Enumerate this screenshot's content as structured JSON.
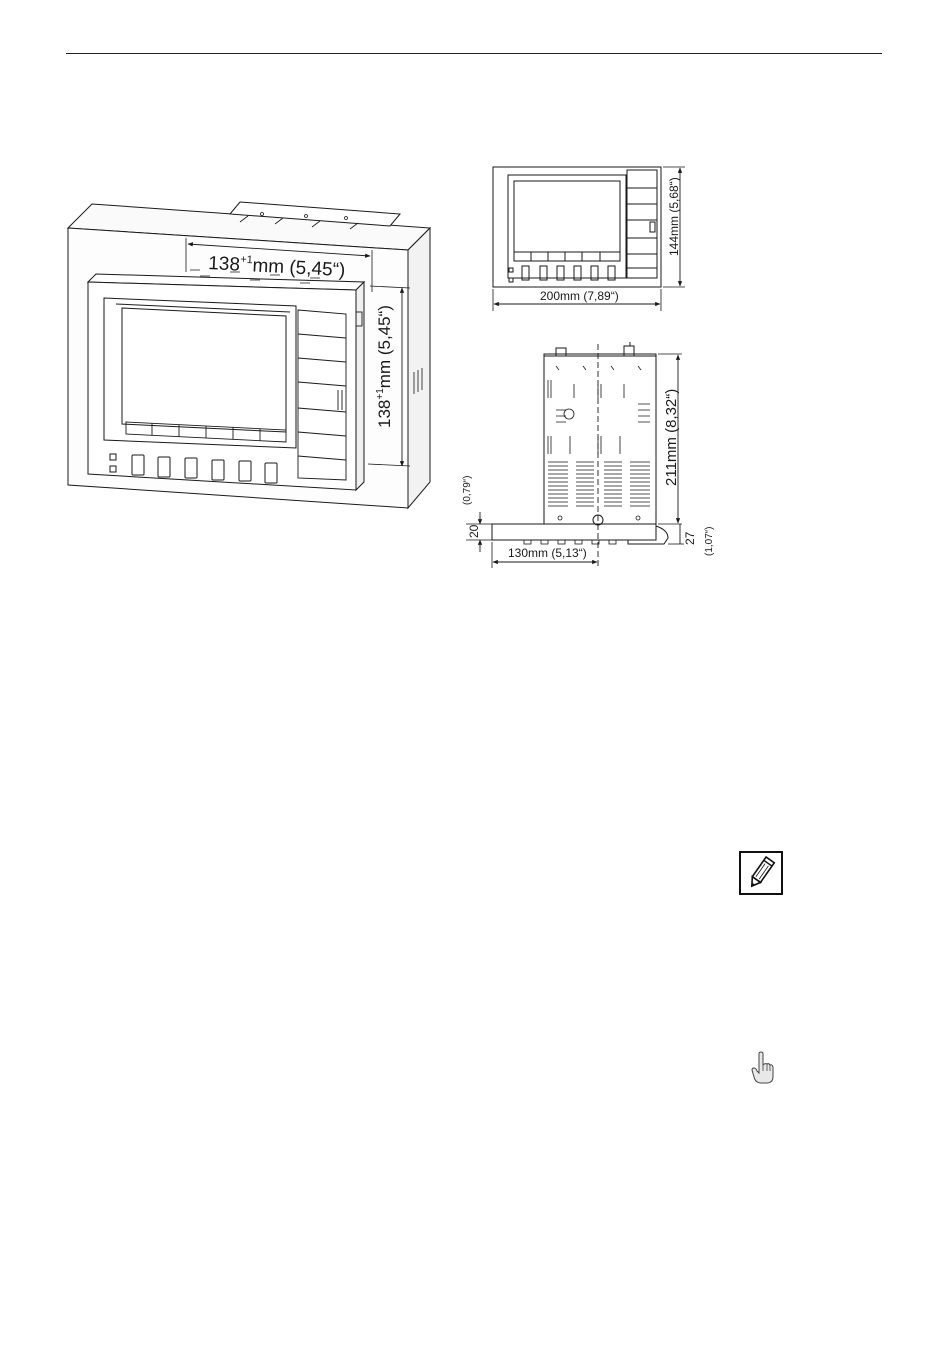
{
  "diagram": {
    "panel_cutout_width": {
      "base": "138",
      "tolerance": "+1",
      "unit_text": "mm  (5,45“)"
    },
    "panel_cutout_height": {
      "base": "138",
      "tolerance": "+1",
      "unit_text": "mm (5,45“)"
    },
    "front_height": "144mm (5,68“)",
    "front_width": "200mm (7,89“)",
    "side_depth": "211mm (8,32“)",
    "bezel_thickness": {
      "value": "20",
      "inch": "(0,79“)"
    },
    "rear_offset": {
      "value": "27",
      "inch": "(1,07“)"
    },
    "half_depth": "130mm (5,13“)"
  },
  "icons": {
    "note": "pencil-note-icon",
    "caution": "pointing-hand-icon"
  }
}
